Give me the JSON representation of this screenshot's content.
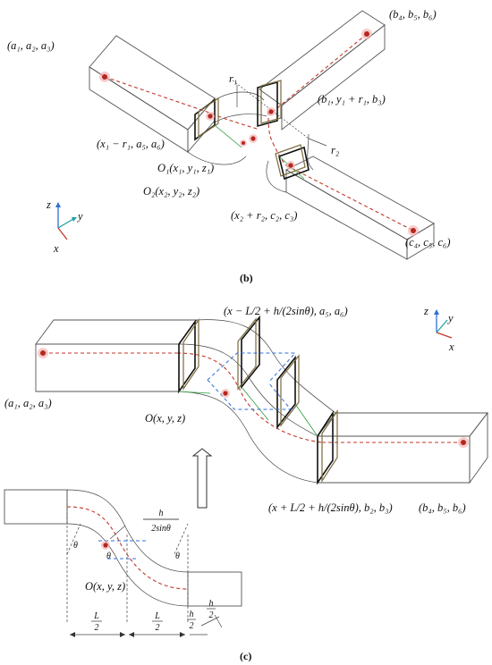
{
  "panel_b": {
    "caption": "(b)",
    "labels": {
      "a123": "(a₁, a₂, a₃)",
      "b456": "(b₄, b₅, b₆)",
      "r1": "r₁",
      "b1y1r1b3": "(b₁, y₁ + r₁, b₃)",
      "x1r1a5a6": "(x₁ − r₁, a₅, a₆)",
      "O1": "O₁(x₁, y₁, z₁)",
      "O2": "O₂(x₂, y₂, z₂)",
      "r2": "r₂",
      "x2r2c2c3": "(x₂ + r₂, c₂, c₃)",
      "c456": "(c₄, c₅, c₆)"
    },
    "axes": {
      "z": "z",
      "y": "y",
      "x": "x"
    }
  },
  "panel_c": {
    "caption": "(c)",
    "labels": {
      "top_point": "(x − L/2 + h/(2sinθ), a₅, a₆)",
      "a123": "(a₁, a₂, a₃)",
      "O": "O(x, y, z)",
      "bottom_point": "(x + L/2 + h/(2sinθ), b₂, b₃)",
      "b456": "(b₄, b₅, b₆)"
    },
    "axes": {
      "z": "z",
      "y": "y",
      "x": "x"
    }
  },
  "panel_2d": {
    "labels": {
      "h_over": "h",
      "two_sin": "2sinθ",
      "theta": "θ",
      "O": "O(x, y, z)",
      "L": "L",
      "two": "2",
      "h": "h"
    }
  }
}
